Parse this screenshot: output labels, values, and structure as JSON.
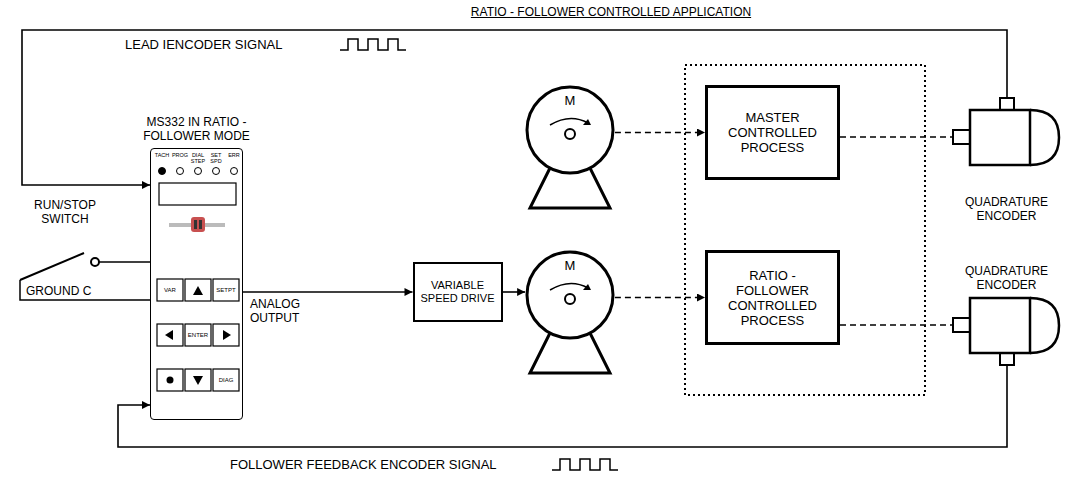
{
  "diagram": {
    "title": "RATIO - FOLLOWER CONTROLLED APPLICATION",
    "nodes": [
      {
        "text": [
          "MS332 IN RATIO - FOLLOWER MODE"
        ]
      },
      {
        "text": [
          "M"
        ]
      },
      {
        "text": [
          "MASTER CONTROLLED PROCESS"
        ]
      },
      {
        "text": [
          "QUADRATURE ENCODER"
        ]
      },
      {
        "text": [
          "VARIABLE SPEED DRIVE"
        ]
      },
      {
        "text": [
          "M"
        ]
      },
      {
        "text": [
          "RATIO - FOLLOWER CONTROLLED PROCESS"
        ]
      },
      {
        "text": [
          "QUADRATURE ENCODER"
        ]
      }
    ],
    "edges": [
      {
        "from": 3,
        "to": 0,
        "arrow": "to",
        "label": "LEAD IENCODER SIGNAL"
      },
      {
        "from": 0,
        "to": 4,
        "arrow": "to",
        "label": "ANALOG OUTPUT"
      },
      {
        "from": 4,
        "to": 5,
        "arrow": "to"
      },
      {
        "from": 1,
        "to": 2,
        "arrow": "to"
      },
      {
        "from": 5,
        "to": 6,
        "arrow": "to"
      },
      {
        "from": 2,
        "to": 3,
        "arrow": "none"
      },
      {
        "from": 6,
        "to": 7,
        "arrow": "none"
      },
      {
        "from": 7,
        "to": 0,
        "arrow": "to",
        "label": "FOLLOWER FEEDBACK ENCODER SIGNAL"
      }
    ],
    "labels": [
      "TACH",
      "PROG",
      "DIAL STEP",
      "SET SPD",
      "ERR",
      "VAR",
      "SETPT",
      "ENTER",
      "DIAG",
      "RUN/STOP SWITCH",
      "GROUND C"
    ]
  }
}
